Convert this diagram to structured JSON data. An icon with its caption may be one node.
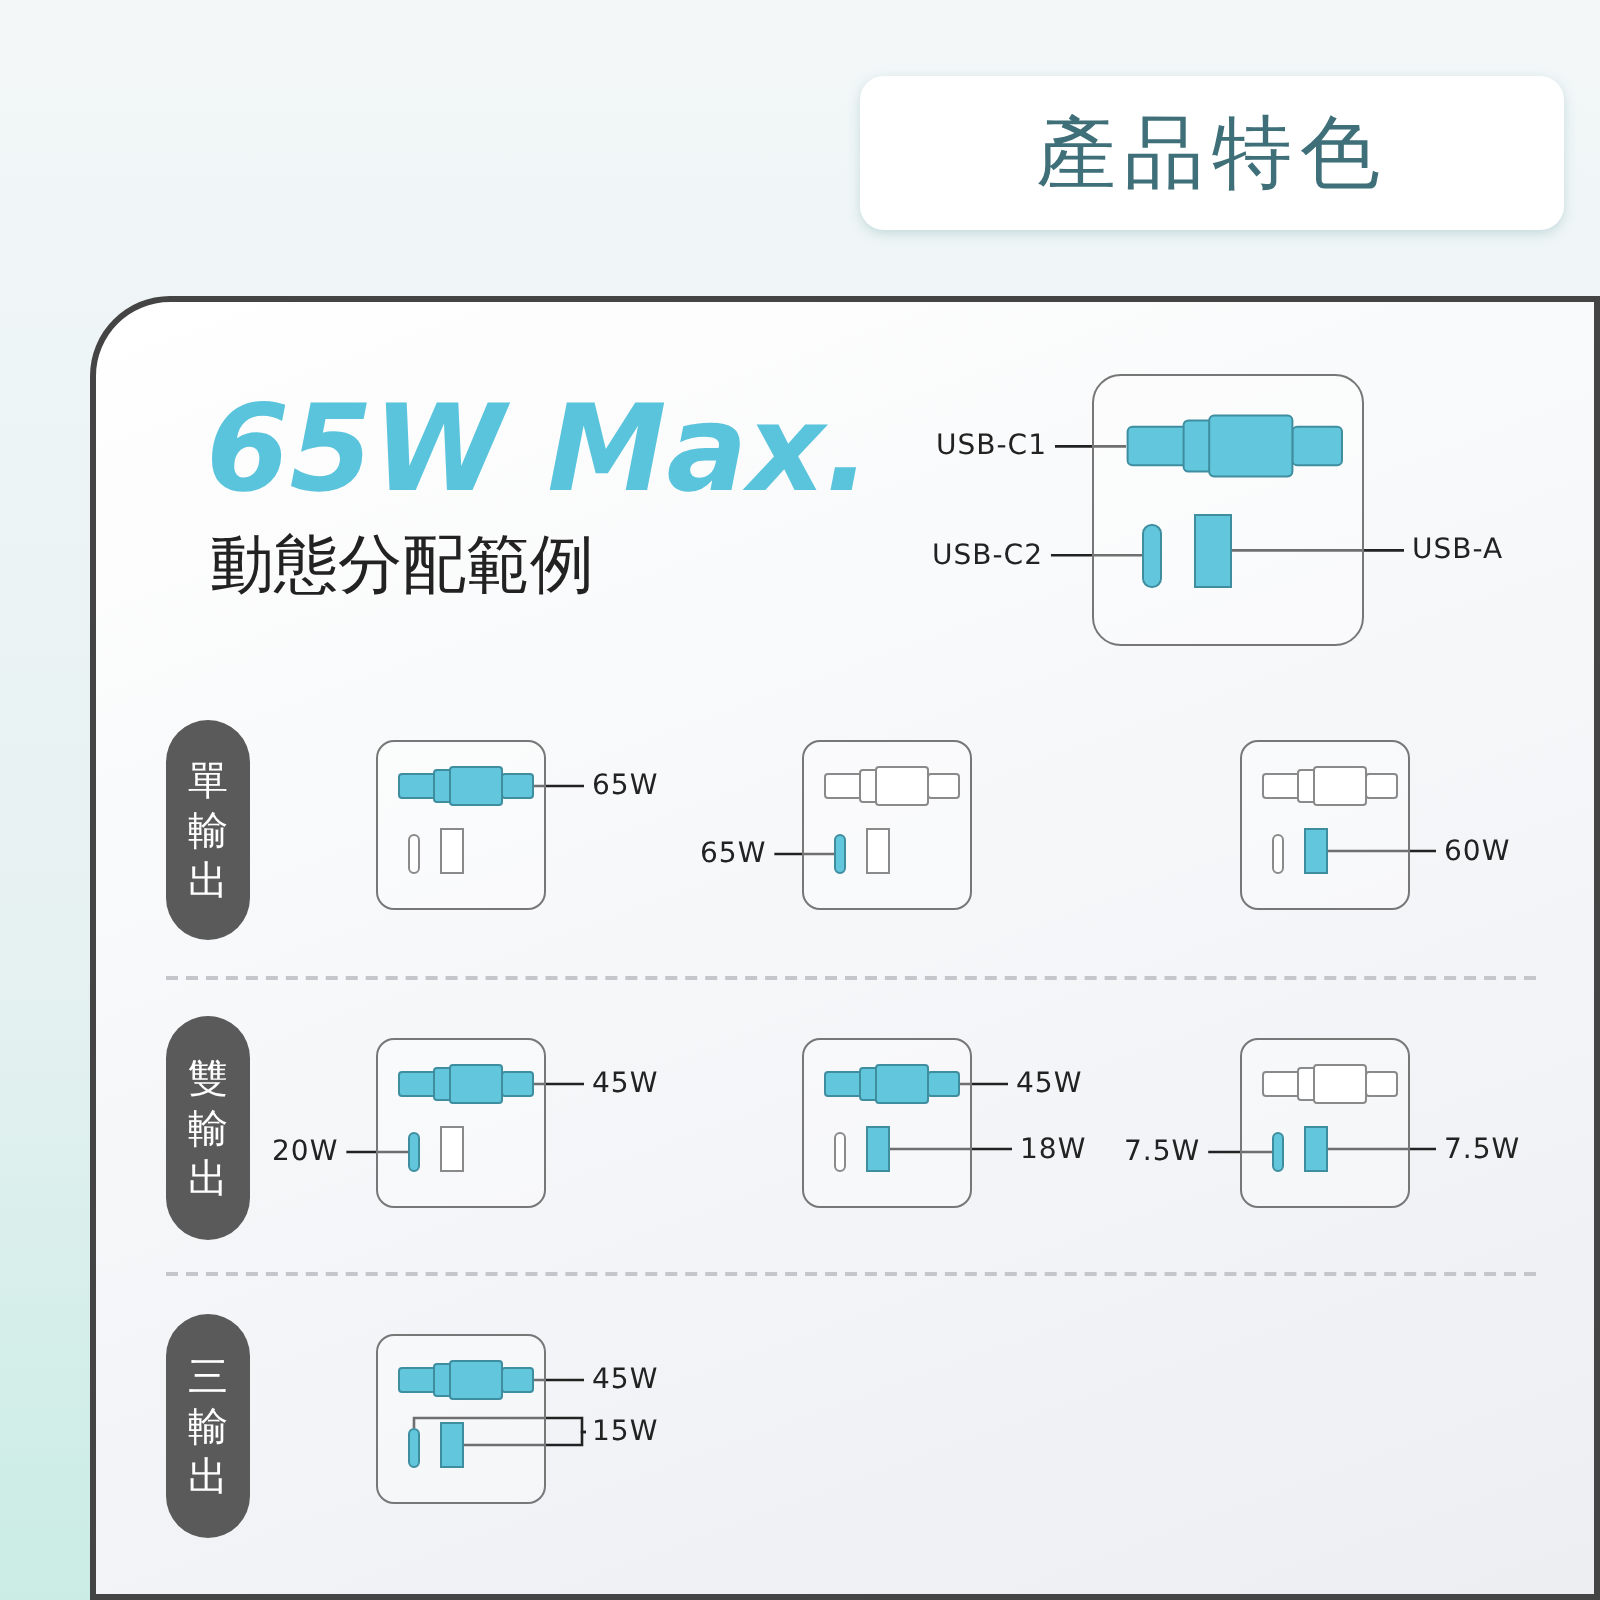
{
  "diagram": {
    "title": "65W Max.",
    "nodes": [
      {
        "text": [
          "產品特色"
        ]
      },
      {
        "text": [],
        "shape": "box"
      },
      {
        "text": [],
        "shape": "picture",
        "in": 1
      },
      {
        "text": [],
        "shape": "bar",
        "in": 1
      },
      {
        "text": [],
        "shape": "box",
        "in": 1
      },
      {
        "text": [
          "USB-C1"
        ]
      },
      {
        "text": [
          "USB-C2"
        ]
      },
      {
        "text": [
          "USB-A"
        ]
      },
      {
        "text": [
          "單輸出"
        ]
      },
      {
        "text": [],
        "shape": "box"
      },
      {
        "text": [],
        "shape": "picture",
        "in": 9
      },
      {
        "text": [],
        "shape": "bar",
        "in": 9
      },
      {
        "text": [],
        "shape": "box",
        "in": 9
      },
      {
        "text": [
          "65W"
        ]
      },
      {
        "text": [],
        "shape": "box"
      },
      {
        "text": [],
        "shape": "picture",
        "in": 14
      },
      {
        "text": [],
        "shape": "bar",
        "in": 14
      },
      {
        "text": [],
        "shape": "box",
        "in": 14
      },
      {
        "text": [
          "65W"
        ]
      },
      {
        "text": [],
        "shape": "box"
      },
      {
        "text": [],
        "shape": "picture",
        "in": 19
      },
      {
        "text": [],
        "shape": "bar",
        "in": 19
      },
      {
        "text": [],
        "shape": "box",
        "in": 19
      },
      {
        "text": [
          "60W"
        ]
      },
      {
        "text": [
          "雙輸出"
        ]
      },
      {
        "text": [],
        "shape": "box"
      },
      {
        "text": [],
        "shape": "picture",
        "in": 25
      },
      {
        "text": [],
        "shape": "bar",
        "in": 25
      },
      {
        "text": [],
        "shape": "box",
        "in": 25
      },
      {
        "text": [
          "45W"
        ]
      },
      {
        "text": [
          "20W"
        ]
      },
      {
        "text": [],
        "shape": "box"
      },
      {
        "text": [],
        "shape": "picture",
        "in": 31
      },
      {
        "text": [],
        "shape": "bar",
        "in": 31
      },
      {
        "text": [],
        "shape": "box",
        "in": 31
      },
      {
        "text": [
          "45W"
        ]
      },
      {
        "text": [
          "18W"
        ]
      },
      {
        "text": [],
        "shape": "box"
      },
      {
        "text": [],
        "shape": "picture",
        "in": 37
      },
      {
        "text": [],
        "shape": "bar",
        "in": 37
      },
      {
        "text": [],
        "shape": "box",
        "in": 37
      },
      {
        "text": [
          "7.5W"
        ]
      },
      {
        "text": [
          "7.5W"
        ]
      },
      {
        "text": [
          "三輸出"
        ]
      },
      {
        "text": [],
        "shape": "box"
      },
      {
        "text": [],
        "shape": "picture",
        "in": 44
      },
      {
        "text": [],
        "shape": "bar",
        "in": 44
      },
      {
        "text": [],
        "shape": "box",
        "in": 44
      },
      {
        "text": [
          "45W"
        ]
      },
      {
        "text": [
          "15W"
        ]
      }
    ],
    "edges": [
      {
        "from": 5,
        "to": 2,
        "arrow": "none"
      },
      {
        "from": 6,
        "to": 3,
        "arrow": "none"
      },
      {
        "from": 7,
        "to": 4,
        "arrow": "none"
      },
      {
        "from": 13,
        "to": 10,
        "arrow": "none"
      },
      {
        "from": 18,
        "to": 16,
        "arrow": "none"
      },
      {
        "from": 23,
        "to": 22,
        "arrow": "none"
      },
      {
        "from": 29,
        "to": 26,
        "arrow": "none"
      },
      {
        "from": 30,
        "to": 27,
        "arrow": "none"
      },
      {
        "from": 35,
        "to": 32,
        "arrow": "none"
      },
      {
        "from": 36,
        "to": 34,
        "arrow": "none"
      },
      {
        "from": 41,
        "to": 39,
        "arrow": "none"
      },
      {
        "from": 42,
        "to": 40,
        "arrow": "none"
      },
      {
        "from": 48,
        "to": 45,
        "arrow": "none"
      },
      {
        "from": 49,
        "to": 46,
        "arrow": "none"
      },
      {
        "from": 49,
        "to": 47,
        "arrow": "none"
      }
    ],
    "labels": [
      "動態分配範例"
    ]
  }
}
